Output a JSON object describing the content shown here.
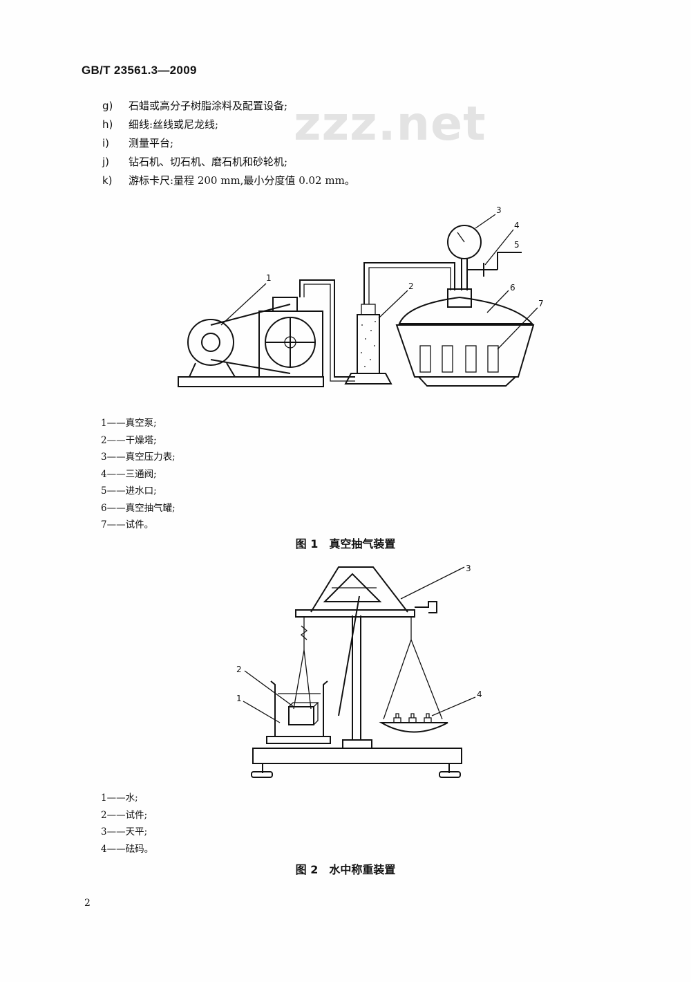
{
  "header": {
    "std_code": "GB/T 23561.3—2009"
  },
  "watermark": "zzz.net",
  "items": [
    {
      "label": "g)",
      "text": "石蜡或高分子树脂涂料及配置设备;"
    },
    {
      "label": "h)",
      "text": "细线:丝线或尼龙线;"
    },
    {
      "label": "i)",
      "text": "测量平台;"
    },
    {
      "label": "j)",
      "text": "钻石机、切石机、磨石机和砂轮机;"
    },
    {
      "label": "k)",
      "text": "游标卡尺:量程 200 mm,最小分度值 0.02 mm。"
    }
  ],
  "figure1": {
    "callouts": [
      "1",
      "2",
      "3",
      "4",
      "5",
      "6",
      "7"
    ],
    "legend": [
      "1——真空泵;",
      "2——干燥塔;",
      "3——真空压力表;",
      "4——三通阀;",
      "5——进水口;",
      "6——真空抽气罐;",
      "7——试件。"
    ],
    "caption": "图 1　真空抽气装置"
  },
  "figure2": {
    "callouts": [
      "1",
      "2",
      "3",
      "4"
    ],
    "legend": [
      "1——水;",
      "2——试件;",
      "3——天平;",
      "4——砝码。"
    ],
    "caption": "图 2　水中称重装置"
  },
  "footer": {
    "page_number": "2"
  }
}
